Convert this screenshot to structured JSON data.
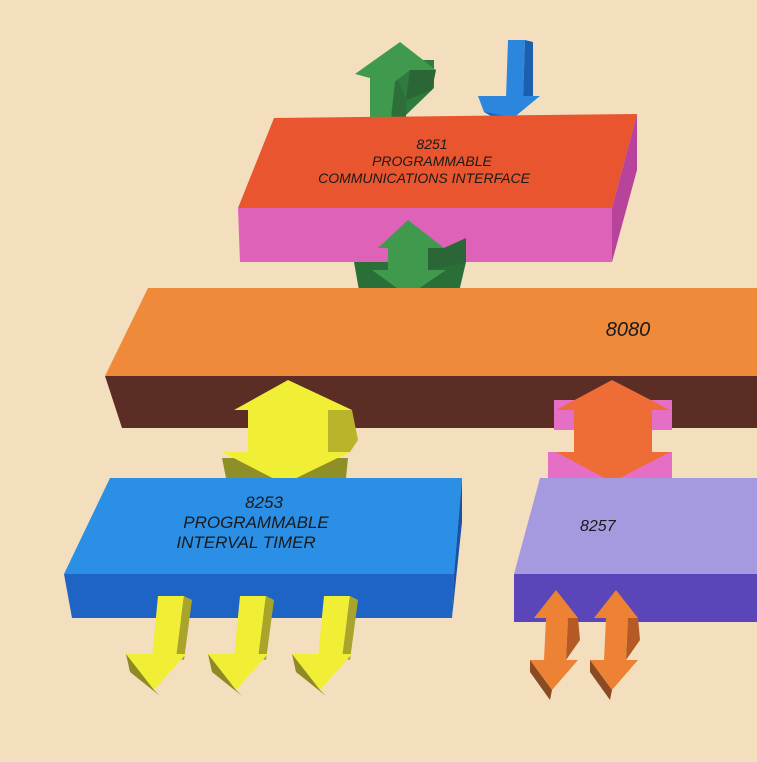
{
  "diagram": {
    "background_color": "#f3dfbd",
    "blocks": [
      {
        "id": "8251",
        "lines": [
          "8251",
          "PROGRAMMABLE",
          "COMMUNICATIONS INTERFACE"
        ],
        "top_color": "#e8552e",
        "side_color": "#dd62b8"
      },
      {
        "id": "8080",
        "lines": [
          "8080"
        ],
        "top_color": "#ef8a3a",
        "side_color": "#5b2d25"
      },
      {
        "id": "8253",
        "lines": [
          "8253",
          "PROGRAMMABLE",
          "INTERVAL TIMER"
        ],
        "top_color": "#2b8fe6",
        "side_color": "#1e64c4"
      },
      {
        "id": "8257",
        "lines": [
          "8257"
        ],
        "top_color": "#a59ae0",
        "side_color": "#5a46b8"
      }
    ],
    "arrows": [
      {
        "name": "8251-output-arrow",
        "direction": "up",
        "color": "#3f9a4e"
      },
      {
        "name": "8251-input-arrow",
        "direction": "down",
        "color": "#2d86de"
      },
      {
        "name": "8251-8080-bus-arrow",
        "direction": "both",
        "color": "#3f9a4e"
      },
      {
        "name": "8253-8080-bus-arrow",
        "direction": "both",
        "color": "#f1ee36"
      },
      {
        "name": "8257-8080-bus-arrow",
        "direction": "both",
        "color": "#ee6c35"
      },
      {
        "name": "8253-output-arrow-1",
        "direction": "down-left",
        "color": "#f1ee36"
      },
      {
        "name": "8253-output-arrow-2",
        "direction": "down-left",
        "color": "#f1ee36"
      },
      {
        "name": "8253-output-arrow-3",
        "direction": "down-left",
        "color": "#f1ee36"
      },
      {
        "name": "8257-channel-arrow-1",
        "direction": "both",
        "color": "#ee8234"
      },
      {
        "name": "8257-channel-arrow-2",
        "direction": "both",
        "color": "#ee8234"
      }
    ]
  }
}
